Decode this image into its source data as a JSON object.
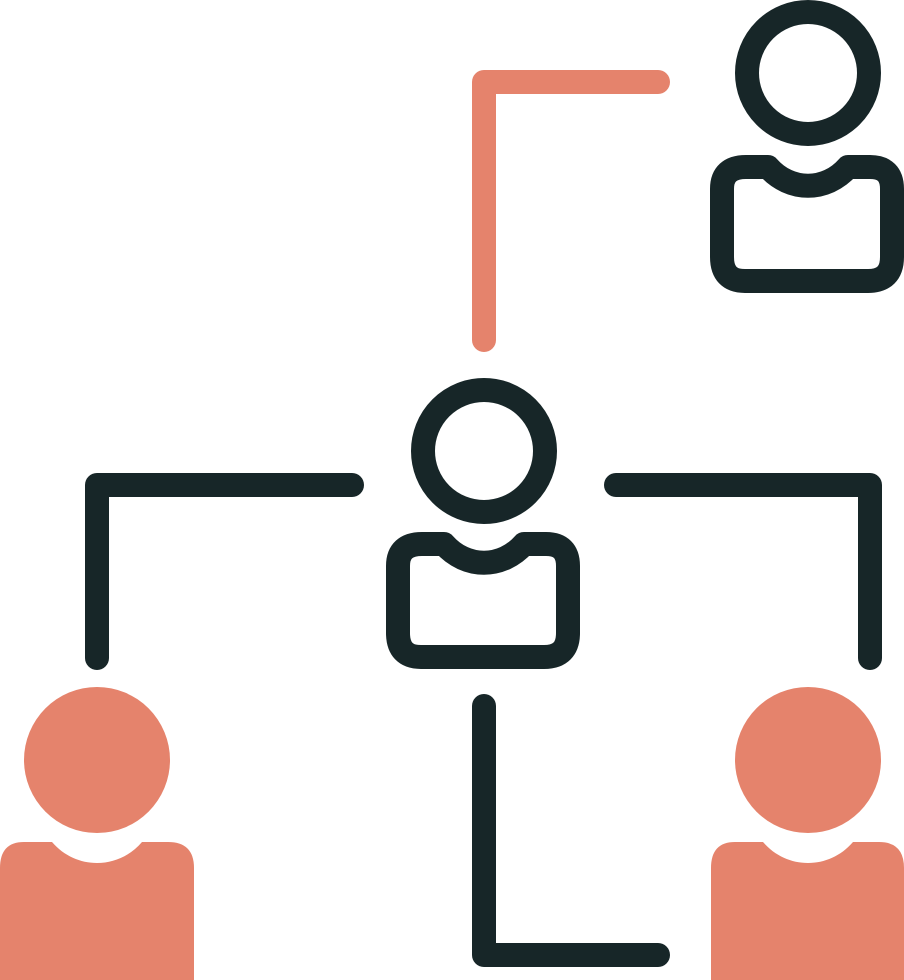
{
  "icon": {
    "name": "team-network-icon",
    "colors": {
      "dark": "#172628",
      "accent": "#E5836C",
      "background": "#FFFFFF"
    },
    "people": [
      {
        "id": "top-right",
        "style": "outline"
      },
      {
        "id": "center",
        "style": "outline"
      },
      {
        "id": "bottom-left",
        "style": "filled"
      },
      {
        "id": "bottom-right",
        "style": "filled"
      }
    ],
    "connectors": [
      {
        "id": "top",
        "color": "accent"
      },
      {
        "id": "left",
        "color": "dark"
      },
      {
        "id": "right",
        "color": "dark"
      },
      {
        "id": "bottom",
        "color": "dark"
      }
    ]
  }
}
